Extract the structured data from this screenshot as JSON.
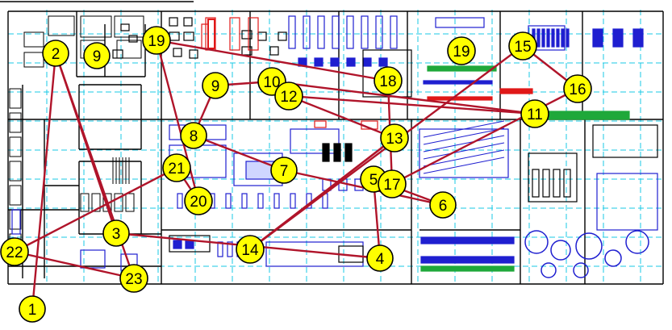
{
  "colors": {
    "background": "#ffffff",
    "wall": "#000000",
    "grid": "#18c8e6",
    "blue_equipment": "#1f1fd0",
    "red_equipment": "#e01818",
    "green_equipment": "#1fa83a",
    "route_line": "#b0142a",
    "marker_fill": "#ffff00",
    "marker_stroke": "#000000"
  },
  "markers": [
    {
      "id": "1",
      "label": "1"
    },
    {
      "id": "2",
      "label": "2"
    },
    {
      "id": "3",
      "label": "3"
    },
    {
      "id": "4",
      "label": "4"
    },
    {
      "id": "5",
      "label": "5"
    },
    {
      "id": "6",
      "label": "6"
    },
    {
      "id": "7",
      "label": "7"
    },
    {
      "id": "8",
      "label": "8"
    },
    {
      "id": "9a",
      "label": "9"
    },
    {
      "id": "9b",
      "label": "9"
    },
    {
      "id": "10",
      "label": "10"
    },
    {
      "id": "11",
      "label": "11"
    },
    {
      "id": "12",
      "label": "12"
    },
    {
      "id": "13",
      "label": "13"
    },
    {
      "id": "14",
      "label": "14"
    },
    {
      "id": "15",
      "label": "15"
    },
    {
      "id": "16",
      "label": "16"
    },
    {
      "id": "17",
      "label": "17"
    },
    {
      "id": "18",
      "label": "18"
    },
    {
      "id": "19a",
      "label": "19"
    },
    {
      "id": "19b",
      "label": "19"
    },
    {
      "id": "20",
      "label": "20"
    },
    {
      "id": "21",
      "label": "21"
    },
    {
      "id": "22",
      "label": "22"
    },
    {
      "id": "23",
      "label": "23"
    }
  ],
  "routes": [
    [
      "1",
      "2"
    ],
    [
      "2",
      "3"
    ],
    [
      "3",
      "4"
    ],
    [
      "4",
      "5"
    ],
    [
      "5",
      "6"
    ],
    [
      "6",
      "7"
    ],
    [
      "7",
      "8"
    ],
    [
      "8",
      "9b"
    ],
    [
      "9b",
      "10"
    ],
    [
      "10",
      "11"
    ],
    [
      "11",
      "12"
    ],
    [
      "12",
      "13"
    ],
    [
      "13",
      "14"
    ],
    [
      "14",
      "15"
    ],
    [
      "15",
      "16"
    ],
    [
      "16",
      "17"
    ],
    [
      "17",
      "18"
    ],
    [
      "18",
      "19a"
    ],
    [
      "19a",
      "20"
    ],
    [
      "20",
      "21"
    ],
    [
      "21",
      "22"
    ],
    [
      "22",
      "23"
    ],
    [
      "2",
      "23"
    ],
    [
      "13",
      "14"
    ]
  ]
}
